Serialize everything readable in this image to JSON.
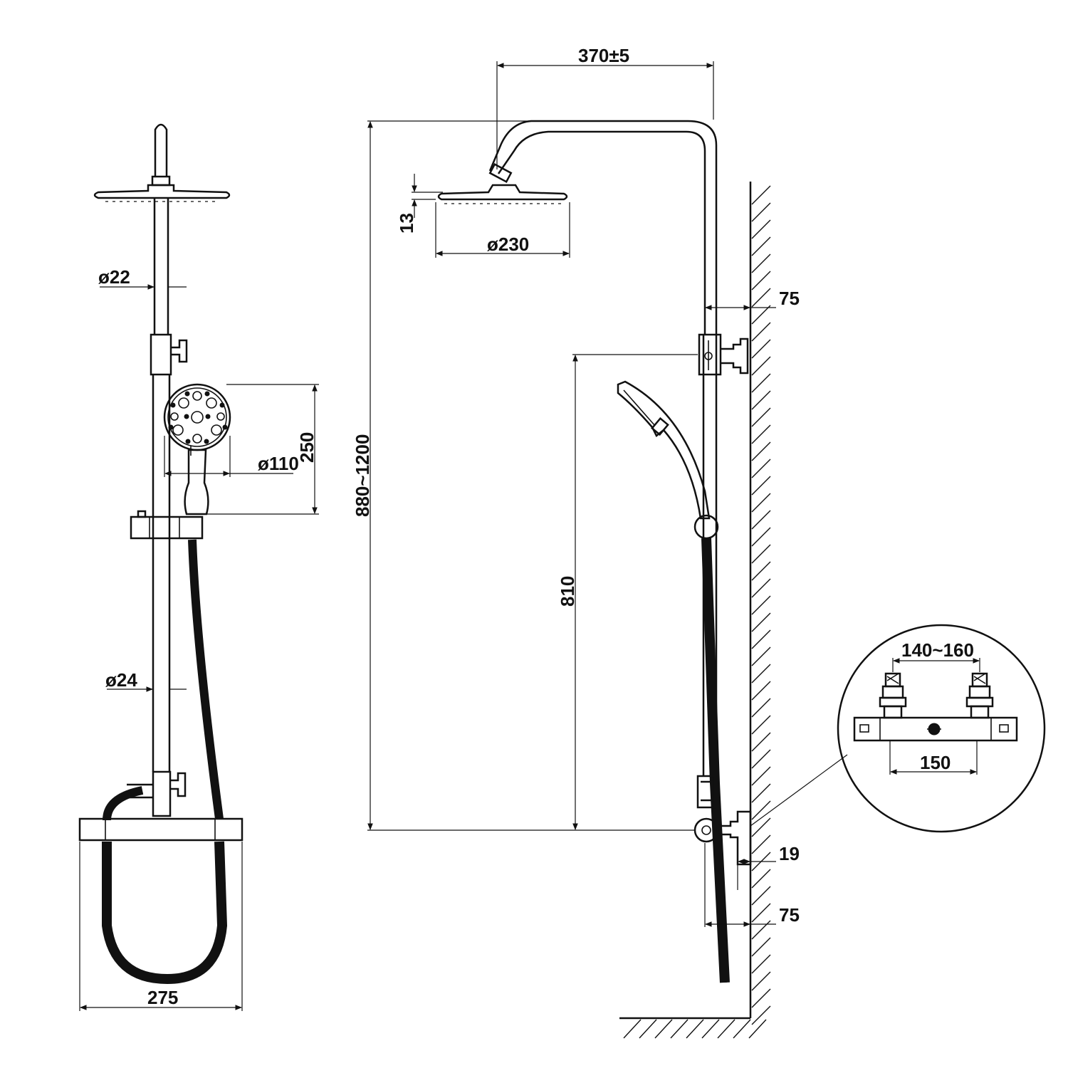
{
  "figure": {
    "views": [
      "front-view",
      "side-view",
      "detail-view"
    ]
  },
  "dimensions": {
    "front": {
      "pipe_upper_dia": "ø22",
      "pipe_lower_dia": "ø24",
      "hand_shower_dia": "ø110",
      "hand_shower_height": "250",
      "mixer_width": "275"
    },
    "side": {
      "arm_length": "370±5",
      "head_thickness": "13",
      "head_dia": "ø230",
      "total_height": "880~1200",
      "slider_height": "810",
      "wall_offset_top": "75",
      "wall_offset_bottom": "75",
      "mixer_offset": "19"
    },
    "detail": {
      "inlet_centres": "140~160",
      "bracket_spacing": "150"
    }
  },
  "colors": {
    "line": "#111111",
    "background": "#ffffff"
  }
}
